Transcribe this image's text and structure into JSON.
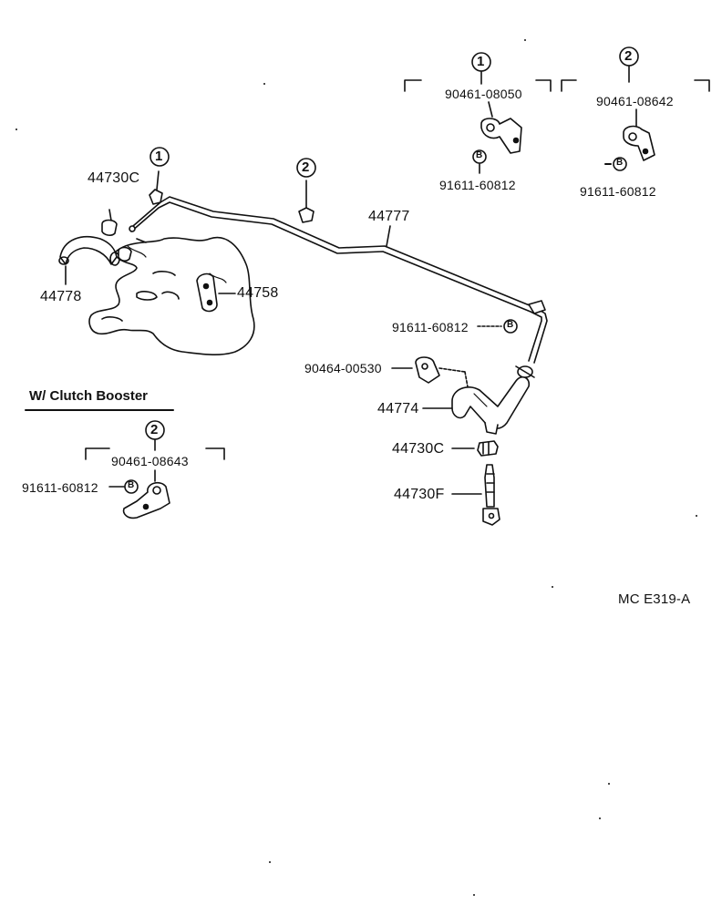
{
  "labels": {
    "p44730C_top": "44730C",
    "p44778": "44778",
    "p44758": "44758",
    "p44777": "44777",
    "p91611_mid": "91611-60812",
    "p90464": "90464-00530",
    "p44774": "44774",
    "p44730C_bot": "44730C",
    "p44730F": "44730F",
    "clamp1_part": "90461-08050",
    "clamp1_bolt": "91611-60812",
    "clamp2_part": "90461-08642",
    "clamp2_bolt": "91611-60812",
    "booster_title": "W/ Clutch Booster",
    "booster_part": "90461-08643",
    "booster_bolt": "91611-60812",
    "ref_code": "MC  E319-A"
  },
  "callouts": {
    "one": "1",
    "two": "2",
    "bolt_marker": "B"
  }
}
